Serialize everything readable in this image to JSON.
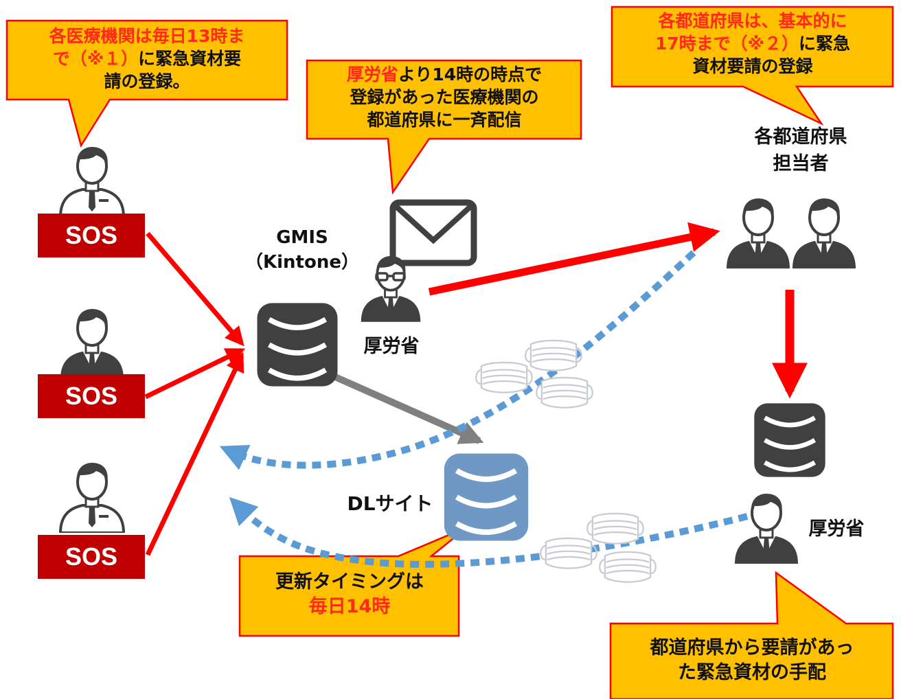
{
  "colors": {
    "callout_fill": "#ffc000",
    "callout_border": "#ff0000",
    "sos_fill": "#c00000",
    "arrow_red": "#ff0000",
    "arrow_blue_dotted": "#5b9bd5",
    "arrow_gray": "#808080",
    "db_dark": "#404040",
    "db_blue": "#6f98c4",
    "highlight_text": "#ff2a1a"
  },
  "callouts": {
    "hospital": {
      "line1_red": "各医療機関は毎日13時ま",
      "line2_red": "で（※１）",
      "line2_black": "に緊急資材要",
      "line3_black": "請の登録。"
    },
    "mhlw_broadcast": {
      "line1_red": "厚労省",
      "line1_black": "より14時の時点で",
      "line2_black": "登録があった医療機関の",
      "line3_black": "都道府県に一斉配信"
    },
    "prefecture": {
      "line1_red": "各都道府県は、基本的に",
      "line2_red": "17時まで（※２）",
      "line2_black": "に緊急",
      "line3_black": "資材要請の登録"
    },
    "update_timing": {
      "line1_black": "更新タイミングは",
      "line2_red": "毎日14時"
    },
    "arrangement": {
      "line1_black": "都道府県から要請があっ",
      "line2_black": "た緊急資材の手配"
    }
  },
  "labels": {
    "gmis_line1": "GMIS",
    "gmis_line2": "（Kintone）",
    "mhlw_top": "厚労省",
    "prefecture_line1": "各都道府県",
    "prefecture_line2": "担当者",
    "dl_site": "DLサイト",
    "mhlw_bottom": "厚労省"
  },
  "sos_badges": [
    "SOS",
    "SOS",
    "SOS"
  ],
  "icons": [
    "person-icon",
    "mail-envelope-icon",
    "database-icon",
    "mask-icon"
  ]
}
